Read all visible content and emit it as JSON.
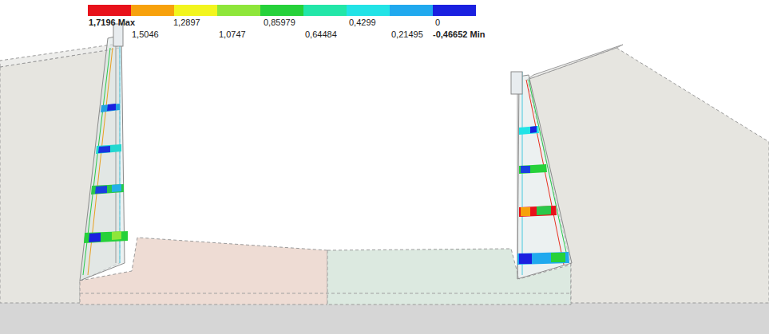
{
  "diagram": {
    "labels": [
      "1,7196 Max",
      "1,2897",
      "0,85979",
      "0,4299",
      "0",
      "1,5046",
      "1,0747",
      "0,64484",
      "0,21495",
      "-0,46652 Min"
    ]
  }
}
